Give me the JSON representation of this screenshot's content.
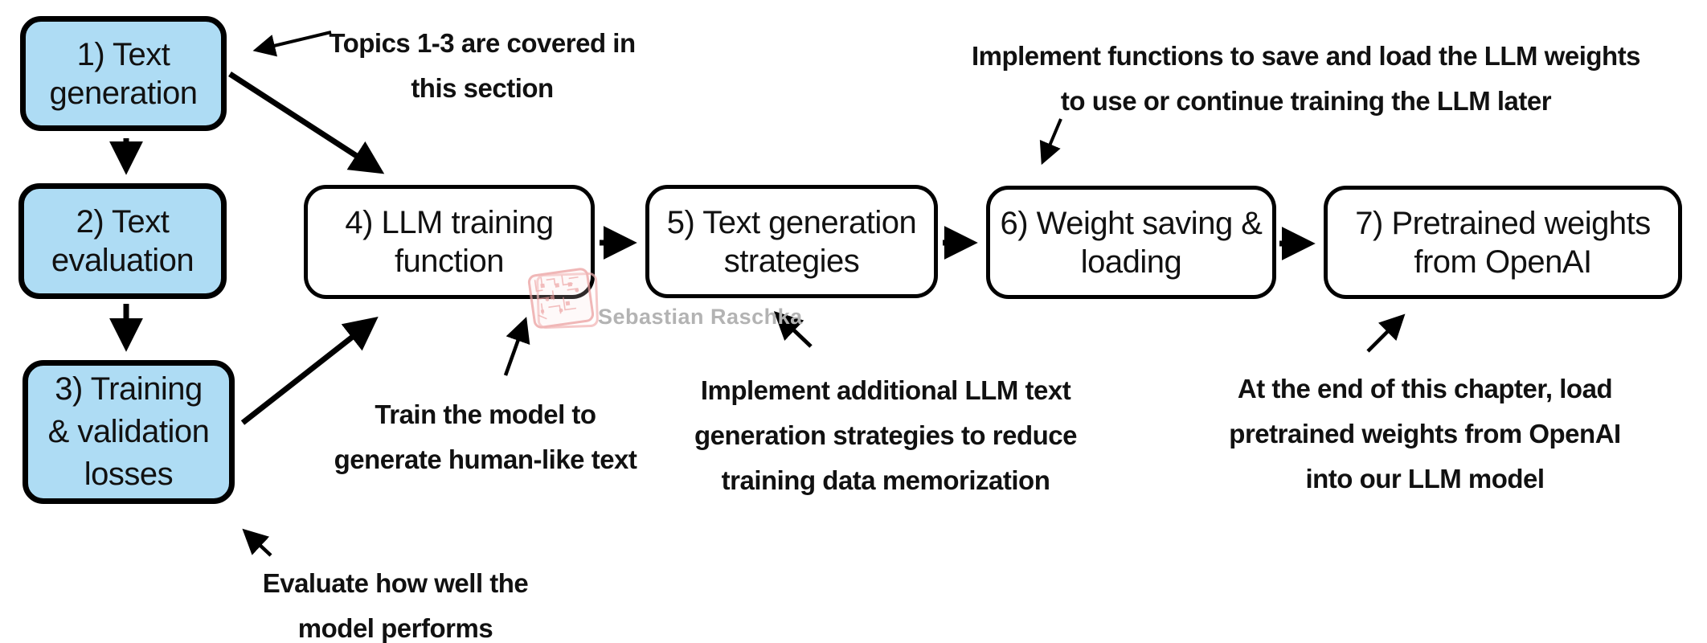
{
  "diagram_title": "LLM pretraining chapter topic flow",
  "boxes": [
    {
      "id": "1",
      "style": "blue",
      "lines": [
        "1) Text",
        "generation"
      ]
    },
    {
      "id": "2",
      "style": "blue",
      "lines": [
        "2) Text",
        "evaluation"
      ]
    },
    {
      "id": "3",
      "style": "blue",
      "lines": [
        "3) Training",
        "& validation",
        "losses"
      ]
    },
    {
      "id": "4",
      "style": "white",
      "lines": [
        "4) LLM training",
        "function"
      ]
    },
    {
      "id": "5",
      "style": "white",
      "lines": [
        "5) Text generation",
        "strategies"
      ]
    },
    {
      "id": "6",
      "style": "white",
      "lines": [
        "6) Weight saving &",
        "loading"
      ]
    },
    {
      "id": "7",
      "style": "white",
      "lines": [
        "7) Pretrained weights",
        "from OpenAI"
      ]
    }
  ],
  "annotations": [
    {
      "id": "topics",
      "lines": [
        "Topics 1-3 are covered in",
        "this section"
      ]
    },
    {
      "id": "saveload",
      "lines": [
        "Implement functions to save and load the LLM weights",
        "to use or continue training the LLM later"
      ]
    },
    {
      "id": "train",
      "lines": [
        "Train the model to",
        "generate human-like text"
      ]
    },
    {
      "id": "strategies",
      "lines": [
        "Implement additional LLM text",
        "generation strategies to reduce",
        "training data memorization"
      ]
    },
    {
      "id": "openai",
      "lines": [
        "At the end of this chapter, load",
        "pretrained weights from OpenAI",
        "into our LLM model"
      ]
    },
    {
      "id": "evaluate",
      "lines": [
        "Evaluate how well the",
        "model performs"
      ]
    }
  ],
  "watermark": {
    "name": "Sebastian Raschka"
  },
  "colors": {
    "node_fill_blue": "#AEDCF4",
    "node_fill_white": "#FFFFFF",
    "node_border": "#000000",
    "text": "#111111",
    "watermark_text": "#B3B3B3",
    "watermark_stamp": "#EB9F9F"
  }
}
